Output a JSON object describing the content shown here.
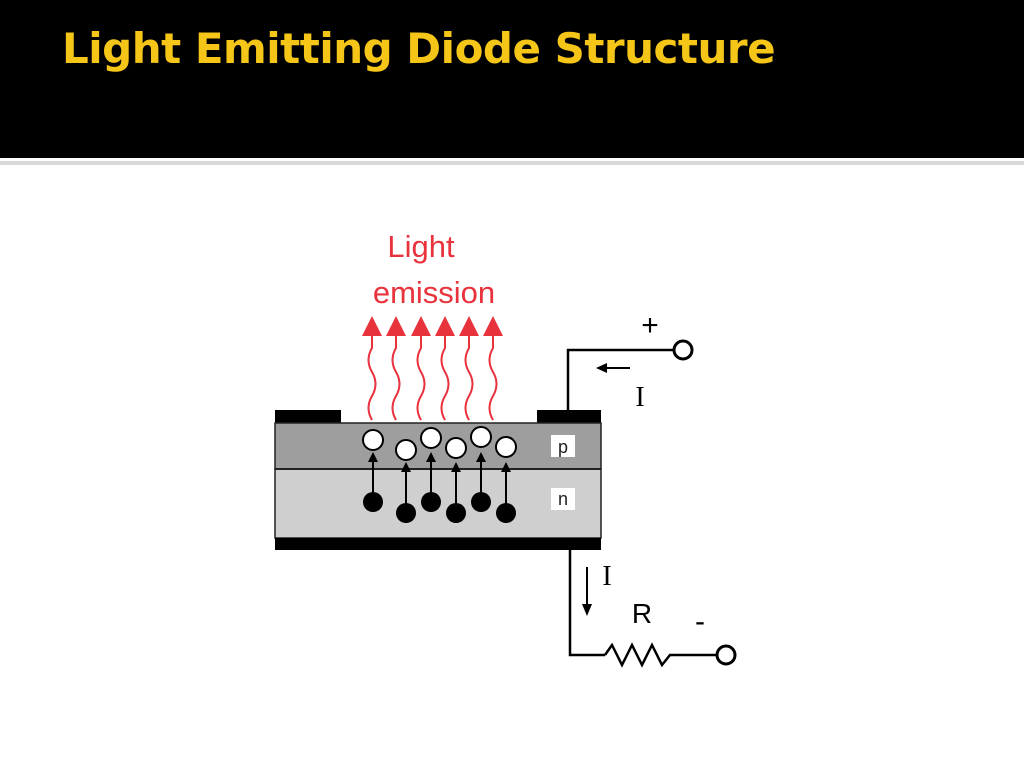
{
  "slide": {
    "title": "Light Emitting Diode Structure",
    "title_color": "#f5c518",
    "header_background": "#000000"
  },
  "diagram": {
    "light_label_line1": "Light",
    "light_label_line2": "emission",
    "light_color": "#e8323c",
    "p_region_label": "p",
    "n_region_label": "n",
    "p_region_color": "#9e9e9e",
    "n_region_color": "#cfcfcf",
    "plus_label": "+",
    "minus_label": "-",
    "current_label_top": "I",
    "current_label_bottom": "I",
    "resistor_label": "R",
    "holes_description": "open circles",
    "electrons_description": "filled circles"
  }
}
